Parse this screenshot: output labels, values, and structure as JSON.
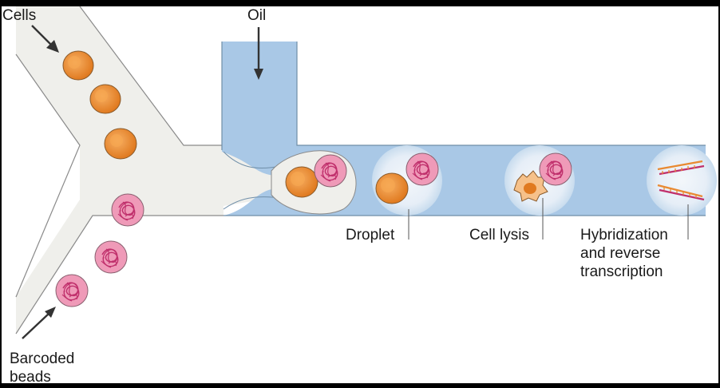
{
  "labels": {
    "cells": "Cells",
    "oil": "Oil",
    "barcoded_beads_line1": "Barcoded",
    "barcoded_beads_line2": "beads",
    "droplet": "Droplet",
    "cell_lysis": "Cell lysis",
    "hybridization_line1": "Hybridization",
    "hybridization_line2": "and reverse",
    "hybridization_line3": "transcription"
  },
  "colors": {
    "channel_fill": "#efefeb",
    "oil_fill": "#a9c8e6",
    "droplet_fill": "#dde9f4",
    "cell_fill": "#e98a32",
    "cell_core": "#f4b26f",
    "bead_fill": "#ef9ab8",
    "bead_line": "#c0306c",
    "strand_orange": "#e98a32",
    "strand_pink": "#c0306c",
    "outline": "#777777",
    "arrow": "#333333"
  }
}
